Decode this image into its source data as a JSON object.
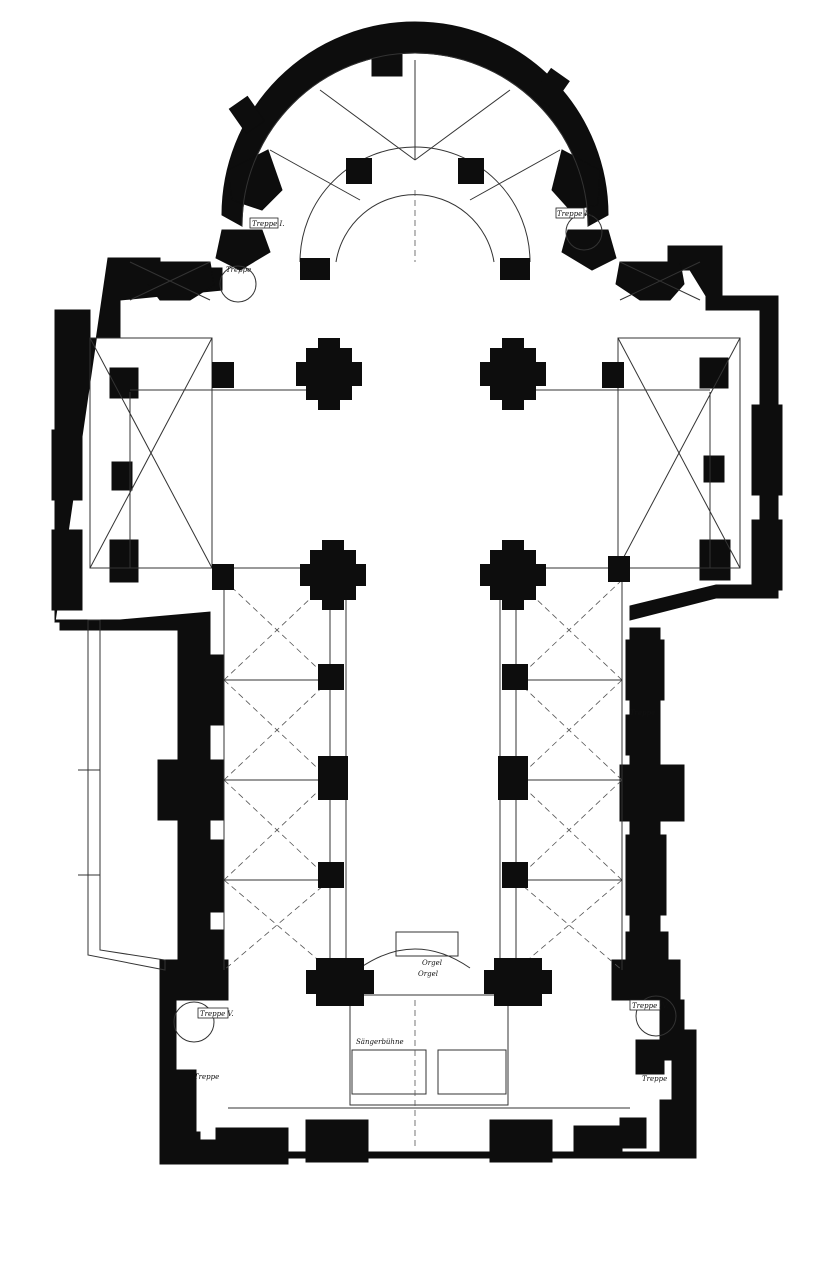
{
  "labels": {
    "stair_choir_left": "Treppe I.",
    "stair_choir_left_small": "Treppe",
    "stair_choir_right": "Treppe II.",
    "stair_west_left": "Treppe V.",
    "stair_west_left_lower": "Treppe",
    "stair_west_right": "Treppe IV.",
    "stair_west_right_lower": "Treppe",
    "stair_aisle_right": "Treppe",
    "organ": "Orgel",
    "organ_upper": "Orgel",
    "gallery_note": "Sängerbühne"
  },
  "colors": {
    "wall": "#0d0d0d",
    "background": "#ffffff",
    "lines": "#333333"
  }
}
